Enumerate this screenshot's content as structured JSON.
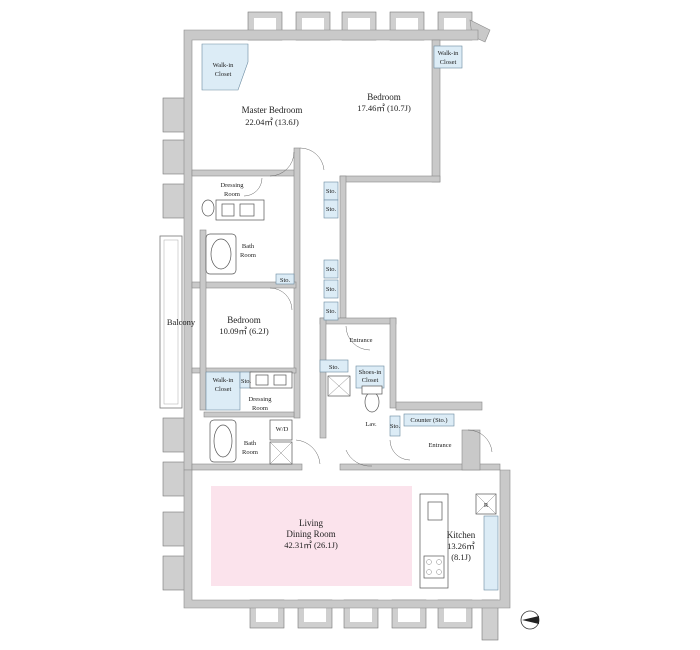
{
  "rooms": {
    "master_bedroom": {
      "name": "Master Bedroom",
      "area": "22.04㎡ (13.6J)"
    },
    "bedroom_1": {
      "name": "Bedroom",
      "area": "17.46㎡ (10.7J)"
    },
    "bedroom_2": {
      "name": "Bedroom",
      "area": "10.09㎡ (6.2J)"
    },
    "ldr": {
      "name_line1": "Living",
      "name_line2": "Dining Room",
      "area": "42.31㎡ (26.1J)"
    },
    "kitchen": {
      "name": "Kitchen",
      "area_line1": "13.26㎡",
      "area_line2": "(8.1J)"
    }
  },
  "labels": {
    "walk_in_closet_1_l1": "Walk-in",
    "walk_in_closet_1_l2": "Closet",
    "walk_in_closet_2_l1": "Walk-in",
    "walk_in_closet_2_l2": "Closet",
    "walk_in_closet_3_l1": "Walk-in",
    "walk_in_closet_3_l2": "Closet",
    "dressing_room_1_l1": "Dressing",
    "dressing_room_1_l2": "Room",
    "dressing_room_2_l1": "Dressing",
    "dressing_room_2_l2": "Room",
    "bath_room_1_l1": "Bath",
    "bath_room_1_l2": "Room",
    "bath_room_2_l1": "Bath",
    "bath_room_2_l2": "Room",
    "balcony": "Balcony",
    "entrance_1": "Entrance",
    "entrance_2": "Entrance",
    "shoes_in_closet_l1": "Shoes-in",
    "shoes_in_closet_l2": "Closet",
    "lav": "Lav.",
    "wd": "W/D",
    "counter": "Counter (Sto.)",
    "refrigerator": "R",
    "sto": "Sto."
  },
  "colors": {
    "ldr_fill": "#fbe3ec",
    "closet_fill": "#dcecf6",
    "wall_fill": "#c9c9c9"
  },
  "icons": {
    "north": "north-arrow-icon"
  }
}
